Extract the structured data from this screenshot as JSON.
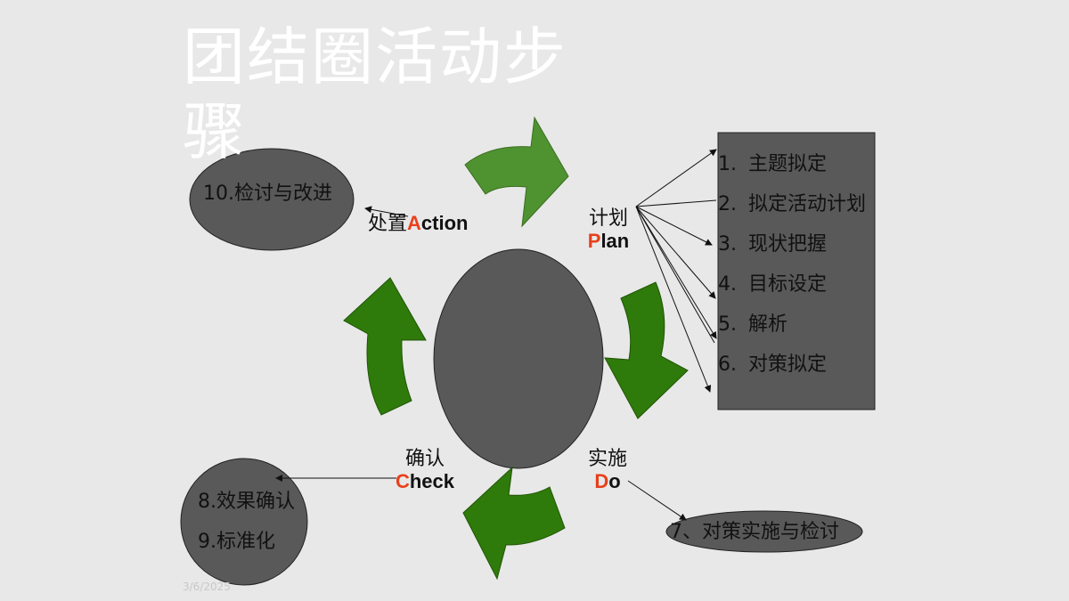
{
  "title": "团结圈活动步骤",
  "phases": {
    "action": {
      "zh": "处置",
      "first": "A",
      "rest": "ction"
    },
    "plan": {
      "zh": "计划",
      "first": "P",
      "rest": "lan"
    },
    "do": {
      "zh": "实施",
      "first": "D",
      "rest": "o"
    },
    "check": {
      "zh": "确认",
      "first": "C",
      "rest": "heck"
    }
  },
  "step10": "10.检讨与改进",
  "plan_steps": [
    {
      "num": "1.",
      "text": "主题拟定"
    },
    {
      "num": "2.",
      "text": "拟定活动计划"
    },
    {
      "num": "3.",
      "text": "现状把握"
    },
    {
      "num": "4.",
      "text": "目标设定"
    },
    {
      "num": "5.",
      "text": "解析"
    },
    {
      "num": "6.",
      "text": "对策拟定"
    }
  ],
  "check_steps": [
    "8.效果确认",
    "9.标准化"
  ],
  "do_step": "7、对策实施与检讨",
  "date": "3/6/2025",
  "colors": {
    "background": "#e8e8e8",
    "shape_fill": "#595959",
    "arrow_light": "#4f9230",
    "arrow_dark": "#2e7a0a",
    "accent": "#e8401c",
    "title": "#ffffff"
  }
}
